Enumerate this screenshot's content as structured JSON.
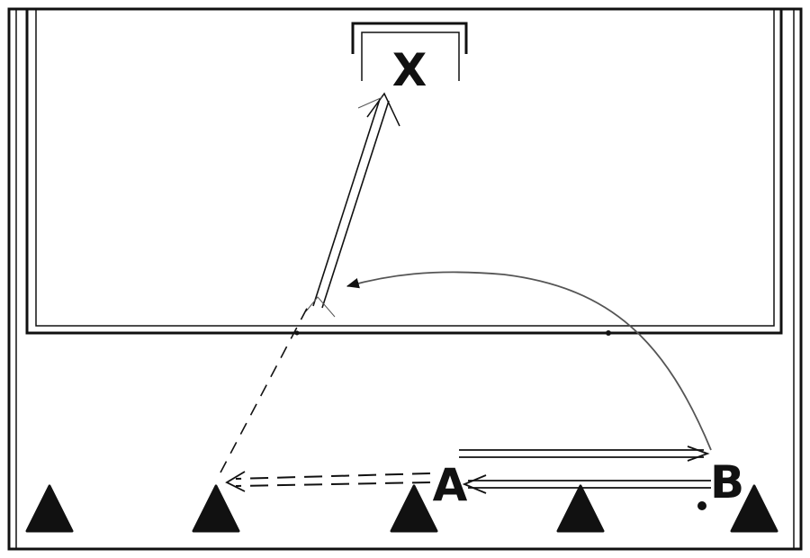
{
  "labels": {
    "goal": "X",
    "player_a": "A",
    "player_b": "B"
  },
  "colors": {
    "ink": "#111111",
    "curve": "#555555",
    "background": "#ffffff"
  },
  "cones": {
    "count": 5,
    "icon": "triangle-cone-icon"
  },
  "movements": [
    {
      "from": "A",
      "to": "B",
      "style": "double-solid",
      "meaning": "pass"
    },
    {
      "from": "B",
      "to": "A",
      "style": "double-solid",
      "meaning": "pass"
    },
    {
      "from": "B",
      "to": "shot-point",
      "style": "curved",
      "meaning": "ball path"
    },
    {
      "from": "A",
      "to": "cone-2",
      "style": "dashed",
      "meaning": "run"
    },
    {
      "from": "cone-2",
      "to": "shot-point",
      "style": "dashed",
      "meaning": "run"
    },
    {
      "from": "shot-point",
      "to": "X",
      "style": "double-solid",
      "meaning": "shot"
    }
  ]
}
